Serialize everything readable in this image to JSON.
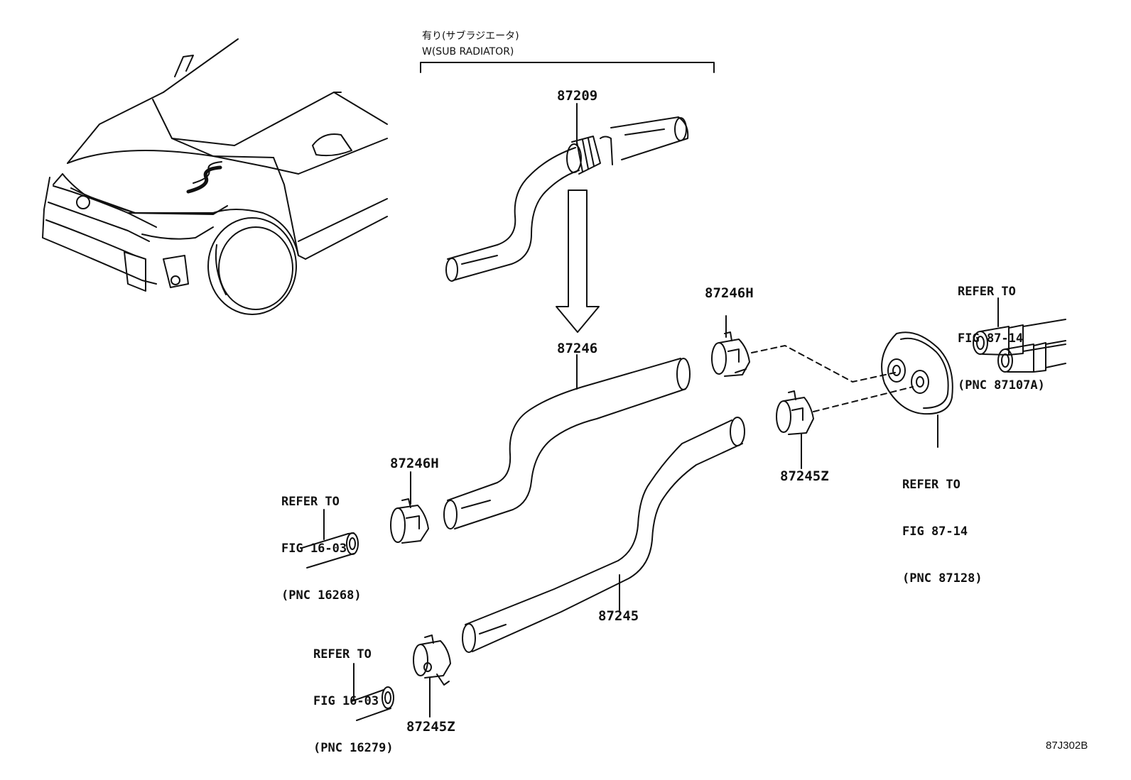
{
  "variant": {
    "line1": "有り(サブラジエータ)",
    "line2": "W(SUB RADIATOR)"
  },
  "parts": {
    "p87209": "87209",
    "p87246": "87246",
    "p87245": "87245",
    "p87246H_upper": "87246H",
    "p87246H_lower": "87246H",
    "p87245Z_right": "87245Z",
    "p87245Z_lower": "87245Z"
  },
  "refs": {
    "r87107A": [
      "REFER TO",
      "FIG 87-14",
      "(PNC 87107A)"
    ],
    "r87128": [
      "REFER TO",
      "FIG 87-14",
      "(PNC 87128)"
    ],
    "r16268": [
      "REFER TO",
      "FIG 16-03",
      "(PNC 16268)"
    ],
    "r16279": [
      "REFER TO",
      "FIG 16-03",
      "(PNC 16279)"
    ]
  },
  "figure_id": "87J302B",
  "colors": {
    "ink": "#111111",
    "background": "#ffffff"
  }
}
